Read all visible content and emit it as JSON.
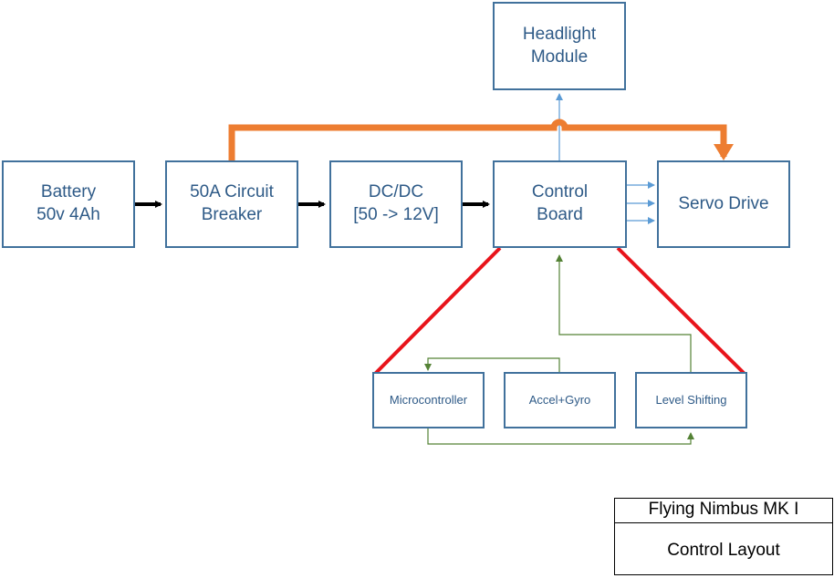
{
  "nodes": {
    "battery": {
      "line1": "Battery",
      "line2": "50v 4Ah"
    },
    "breaker": {
      "line1": "50A Circuit",
      "line2": "Breaker"
    },
    "dcdc": {
      "line1": "DC/DC",
      "line2": "[50 -> 12V]"
    },
    "control_board": {
      "line1": "Control",
      "line2": "Board"
    },
    "headlight": {
      "line1": "Headlight",
      "line2": "Module"
    },
    "servo": {
      "label": "Servo Drive"
    },
    "microcontroller": {
      "label": "Microcontroller"
    },
    "accel_gyro": {
      "label": "Accel+Gyro"
    },
    "level_shifting": {
      "label": "Level Shifting"
    }
  },
  "title_block": {
    "project": "Flying Nimbus MK I",
    "sheet": "Control Layout"
  },
  "colors": {
    "box_border": "#41719c",
    "text": "#2e5a87",
    "power_arrow": "#000000",
    "power_bus": "#ed7d31",
    "signal_blue": "#5b9bd5",
    "signal_green": "#548235",
    "zoom_lines": "#e8141b"
  }
}
